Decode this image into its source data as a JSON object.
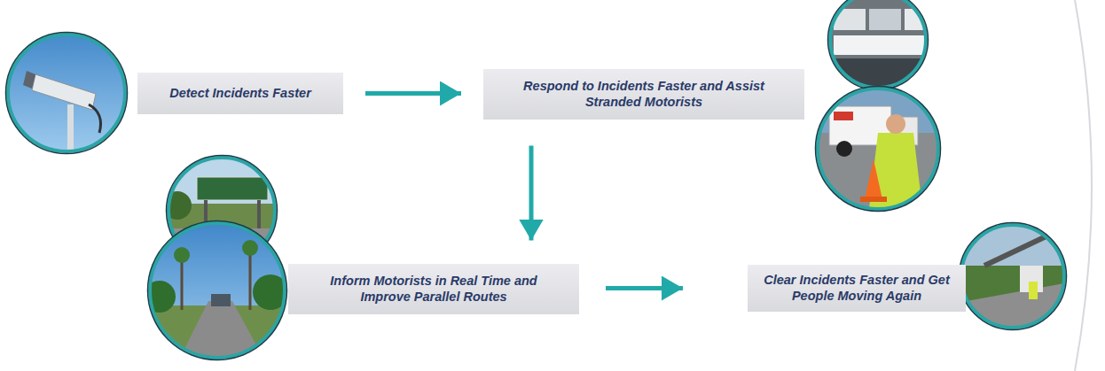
{
  "diagram": {
    "nodes": [
      {
        "text": [
          "Detect Incidents Faster"
        ]
      },
      {
        "text": [
          "Respond to Incidents Faster and Assist Stranded Motorists"
        ]
      },
      {
        "text": [
          "Inform Motorists in Real Time and Improve Parallel Routes"
        ]
      },
      {
        "text": [
          "Clear Incidents Faster and Get People Moving Again"
        ]
      }
    ],
    "edges": [
      {
        "from": 0,
        "to": 1,
        "arrow": "to"
      },
      {
        "from": 1,
        "to": 2,
        "arrow": "to"
      },
      {
        "from": 2,
        "to": 3,
        "arrow": "to"
      }
    ]
  }
}
